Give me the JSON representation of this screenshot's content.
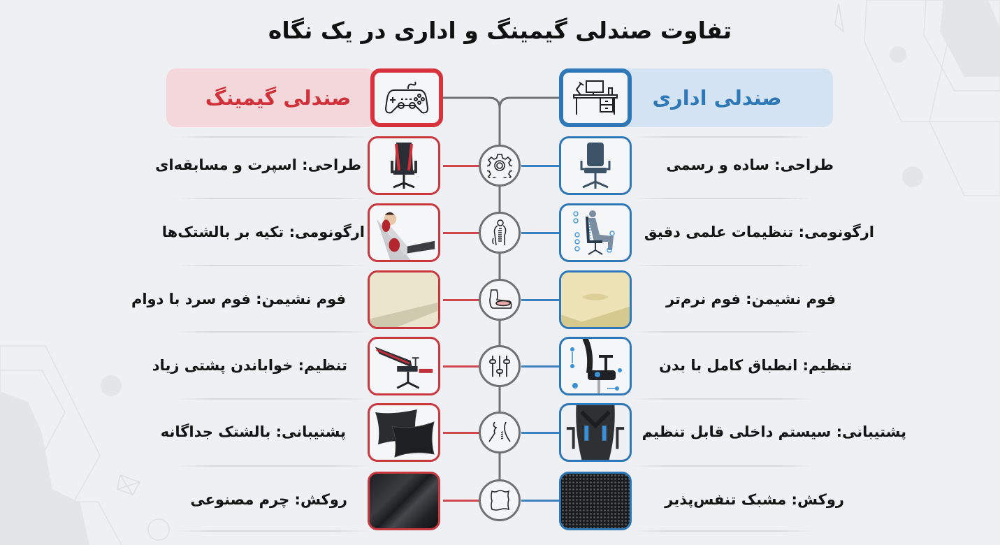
{
  "title": "تفاوت صندلی گیمینگ و اداری در یک نگاه",
  "colors": {
    "gaming_accent": "#d8333d",
    "gaming_banner_bg": "#f3d7da",
    "office_accent": "#2f78b7",
    "office_banner_bg": "#d4e3f1",
    "connector": "#6f7174",
    "background": "#eef0f3"
  },
  "columns": {
    "gaming": {
      "label": "صندلی گیمینگ",
      "icon": "gamepad-icon"
    },
    "office": {
      "label": "صندلی اداری",
      "icon": "office-desk-icon"
    }
  },
  "rows": [
    {
      "center_icon": "gear-icon",
      "gaming": {
        "text": "طراحی: اسپرت و مسابقه‌ای",
        "image": "racing-gaming-chair-image"
      },
      "office": {
        "text": "طراحی: ساده و رسمی",
        "image": "simple-office-chair-image"
      }
    },
    {
      "center_icon": "spine-icon",
      "gaming": {
        "text": "ارگونومی: تکیه بر بالشتک‌ها",
        "image": "woman-reclining-with-cushions-image"
      },
      "office": {
        "text": "ارگونومی: تنظیمات علمی دقیق",
        "image": "ergonomic-posture-points-image"
      }
    },
    {
      "center_icon": "seat-cushion-icon",
      "gaming": {
        "text": "فوم نشیمن: فوم سرد با دوام",
        "image": "cold-foam-block-image"
      },
      "office": {
        "text": "فوم نشیمن: فوم نرم‌تر",
        "image": "soft-foam-image"
      }
    },
    {
      "center_icon": "sliders-icon",
      "gaming": {
        "text": "تنظیم: خواباندن پشتی زیاد",
        "image": "reclined-gaming-chair-image"
      },
      "office": {
        "text": "تنظیم: انطباق کامل با بدن",
        "image": "adjustable-mesh-chair-image"
      }
    },
    {
      "center_icon": "neck-support-icon",
      "gaming": {
        "text": "پشتیبانی: بالشتک جداگانه",
        "image": "black-pillows-image"
      },
      "office": {
        "text": "پشتیبانی: سیستم داخلی قابل تنظیم",
        "image": "lumbar-support-backrest-image"
      }
    },
    {
      "center_icon": "leather-hide-icon",
      "gaming": {
        "text": "روکش: چرم مصنوعی",
        "image": "faux-leather-texture-image"
      },
      "office": {
        "text": "روکش: مشبک تنفس‌پذیر",
        "image": "mesh-fabric-texture-image"
      }
    }
  ]
}
